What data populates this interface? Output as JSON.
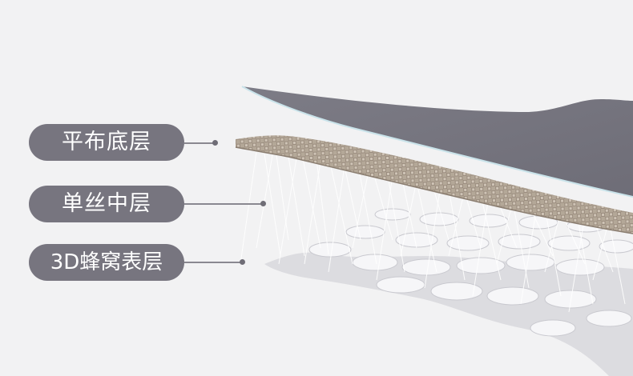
{
  "layers": [
    {
      "label": "平布底层"
    },
    {
      "label": "单丝中层"
    },
    {
      "label": "3D蜂窝表层"
    }
  ],
  "colors": {
    "background": "#f2f2f3",
    "label_bg": "#77757f",
    "label_text": "#ffffff",
    "top_sheet": "#75747e",
    "woven_layer": "#a89c8e",
    "honeycomb": "#dcdce0"
  }
}
